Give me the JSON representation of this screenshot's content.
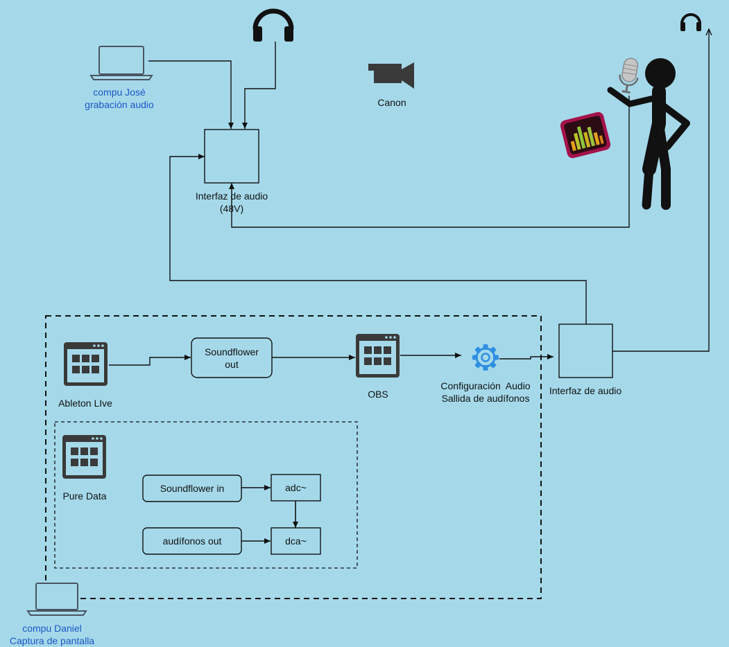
{
  "labels": {
    "jose_computer": [
      "compu José",
      "grabación audio"
    ],
    "canon": "Canon",
    "interface_48v": [
      "Interfaz de audio",
      "(48V)"
    ],
    "ableton": "Ableton LIve",
    "soundflower_out": [
      "Soundflower",
      "out"
    ],
    "obs": "OBS",
    "config_audio": [
      "Configuración  Audio",
      "Sallida de audífonos"
    ],
    "interface_right": "Interfaz de audio",
    "pure_data": "Pure Data",
    "soundflower_in": "Soundflower in",
    "adc": "adc~",
    "audifonos_out": "audífonos out",
    "dca": "dca~",
    "daniel_computer": [
      "compu Daniel",
      "Captura de pantalla"
    ]
  },
  "icons": {
    "headphones": "headphones-icon",
    "camera": "video-camera-icon",
    "laptop": "laptop-icon",
    "app_window": "app-window-icon",
    "gear": "gear-icon",
    "microphone": "microphone-icon",
    "equalizer_app": "equalizer-app-icon",
    "person": "person-icon"
  },
  "colors": {
    "background": "#a5d9ea",
    "line": "#111111",
    "blue_label": "#1c56c4",
    "gear": "#2f8fe0",
    "icon_dark": "#3a3a3a",
    "box_fill": "#a5d9ea"
  }
}
